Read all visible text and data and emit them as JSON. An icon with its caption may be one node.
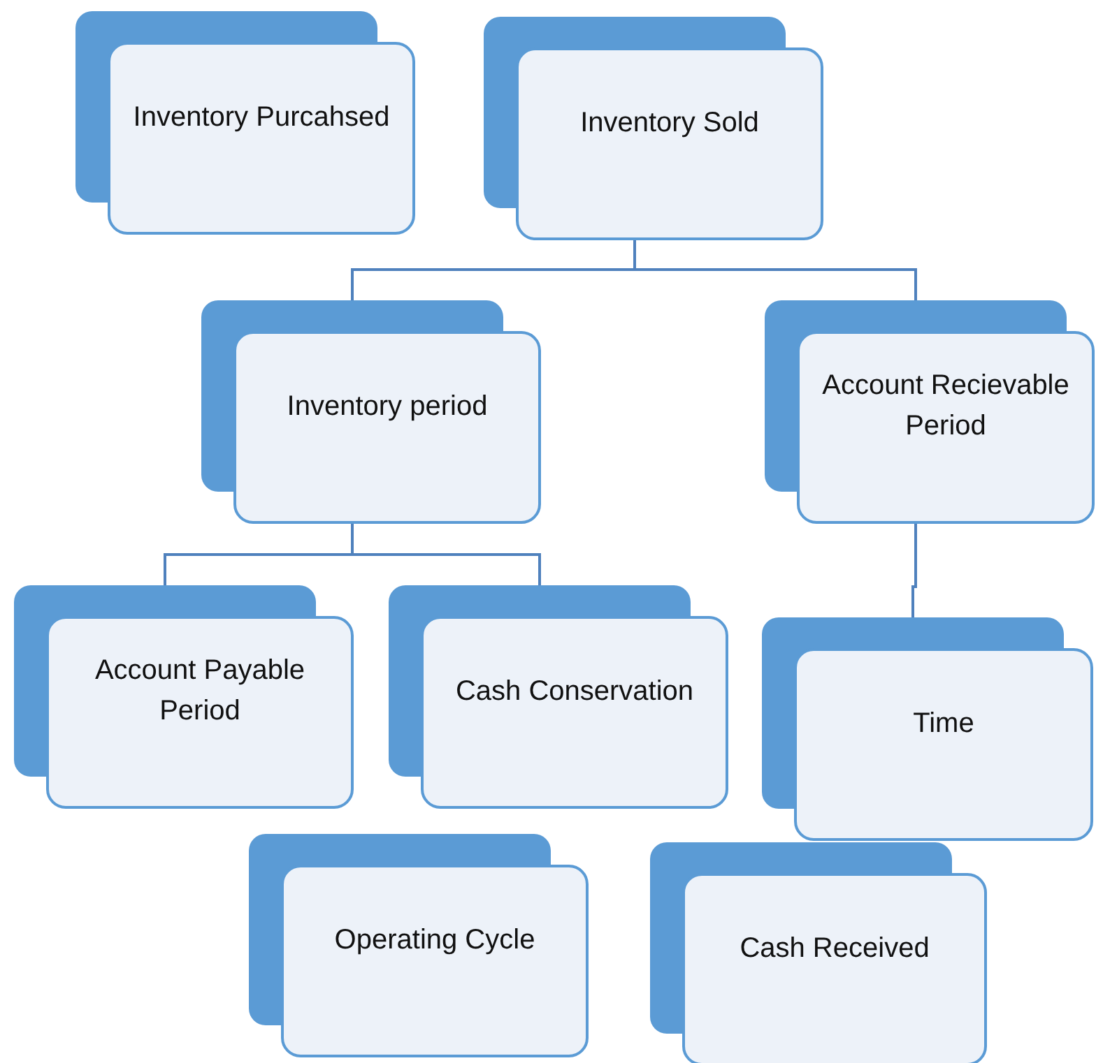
{
  "diagram": {
    "nodes": [
      {
        "text": [
          "Inventory Purcahsed"
        ]
      },
      {
        "text": [
          "Inventory Sold"
        ]
      },
      {
        "text": [
          "Inventory period"
        ]
      },
      {
        "text": [
          "Account Recievable Period"
        ]
      },
      {
        "text": [
          "Account Payable Period"
        ]
      },
      {
        "text": [
          "Cash Conservation"
        ]
      },
      {
        "text": [
          "Time"
        ]
      },
      {
        "text": [
          "Operating Cycle"
        ]
      },
      {
        "text": [
          "Cash Received"
        ]
      }
    ],
    "edges": [
      {
        "from": 1,
        "to": 2,
        "arrow": "none"
      },
      {
        "from": 1,
        "to": 3,
        "arrow": "none"
      },
      {
        "from": 2,
        "to": 4,
        "arrow": "none"
      },
      {
        "from": 2,
        "to": 5,
        "arrow": "none"
      },
      {
        "from": 3,
        "to": 6,
        "arrow": "none"
      }
    ]
  }
}
